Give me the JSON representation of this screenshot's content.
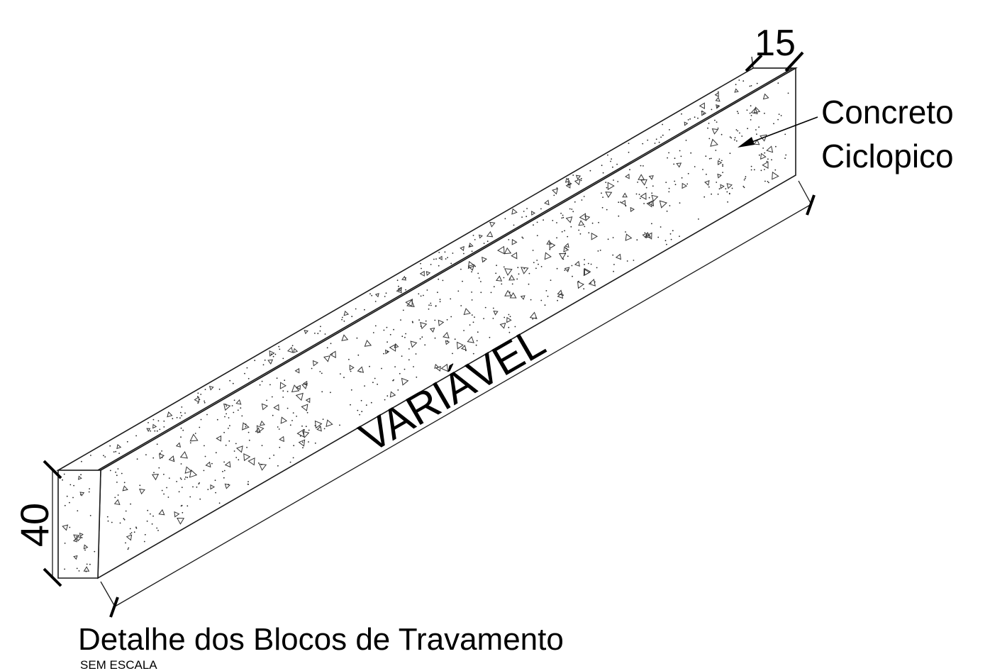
{
  "title": "Detalhe dos Blocos de Travamento",
  "subtitle": "SEM ESCALA",
  "dimensions": {
    "width_label": "15",
    "height_label": "40",
    "length_label": "VARIÁVEL"
  },
  "callout": {
    "line1": "Concreto",
    "line2": "Ciclopico"
  },
  "colors": {
    "line": "#1a1a1a",
    "background": "#ffffff"
  }
}
